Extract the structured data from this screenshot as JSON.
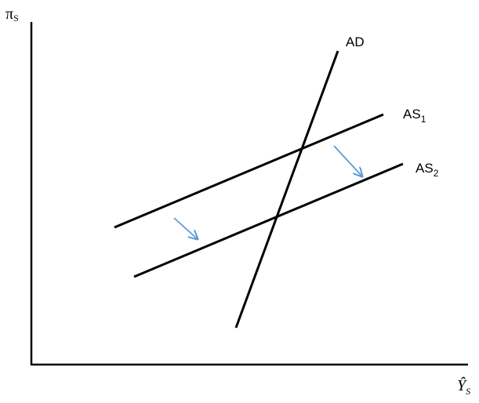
{
  "diagram": {
    "y_axis_label": {
      "main": "π",
      "sub": "S"
    },
    "x_axis_label": {
      "main": "Ŷ",
      "sub": "S"
    },
    "curves": {
      "ad": {
        "label": "AD"
      },
      "as1": {
        "label_main": "AS",
        "label_sub": "1"
      },
      "as2": {
        "label_main": "AS",
        "label_sub": "2"
      }
    },
    "colors": {
      "lines": "#000000",
      "shift_arrow": "#5b9bd5"
    },
    "icons": {
      "shift_arrow": "arrow-down-right-icon"
    }
  }
}
